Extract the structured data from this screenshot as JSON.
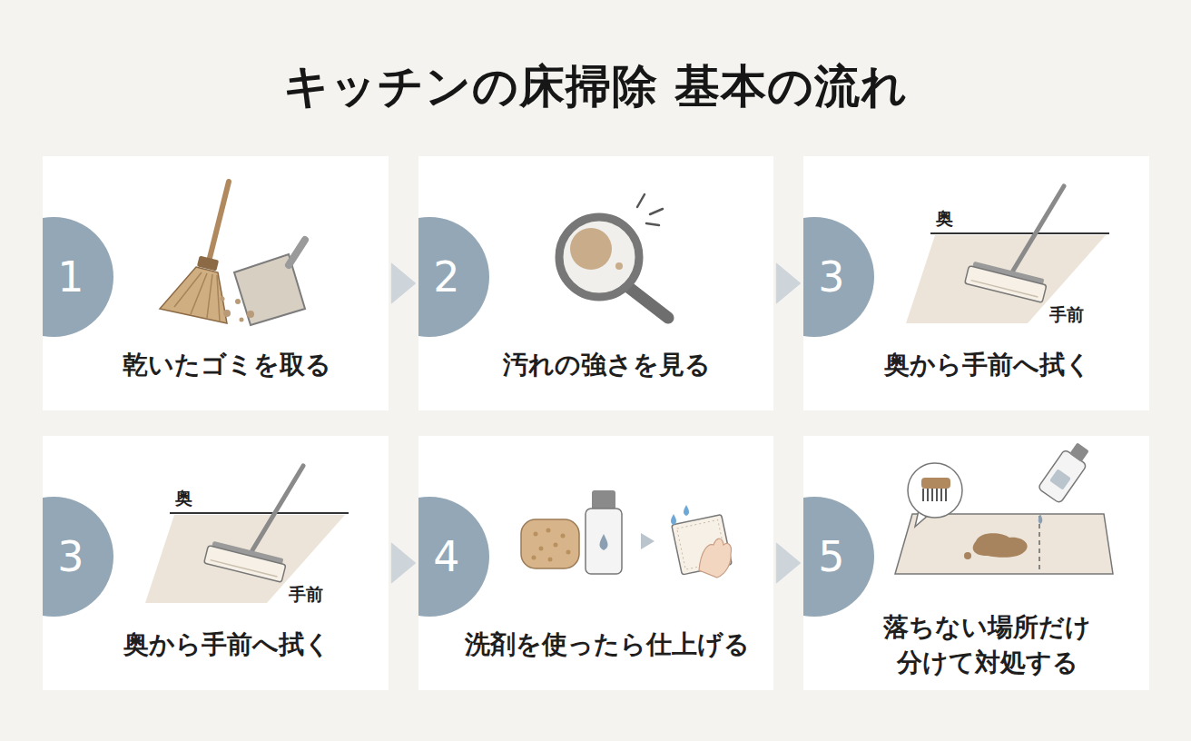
{
  "diagram": {
    "title": "キッチンの床掃除 基本の流れ",
    "nodes": [
      {
        "text": [
          "乾いたゴミを取る"
        ]
      },
      {
        "text": [
          "1"
        ],
        "in": 0
      },
      {
        "text": [
          "汚れの強さを見る"
        ]
      },
      {
        "text": [
          "2"
        ],
        "in": 2
      },
      {
        "text": [
          "奥から手前へ拭く"
        ]
      },
      {
        "text": [
          "3"
        ],
        "in": 4
      },
      {
        "text": [
          "奥から手前へ拭く"
        ]
      },
      {
        "text": [
          "3"
        ],
        "in": 6
      },
      {
        "text": [
          "洗剤を使ったら仕上げる"
        ]
      },
      {
        "text": [
          "4"
        ],
        "in": 8
      },
      {
        "text": [
          "落ちない場所だけ 分けて対処する"
        ]
      },
      {
        "text": [
          "5"
        ],
        "in": 10
      }
    ],
    "edges": [
      {
        "from": 0,
        "to": 2,
        "arrow": "to"
      },
      {
        "from": 2,
        "to": 4,
        "arrow": "to"
      },
      {
        "from": 6,
        "to": 8,
        "arrow": "to"
      },
      {
        "from": 8,
        "to": 10,
        "arrow": "to"
      }
    ],
    "labels": [
      "奥",
      "手前",
      "奥",
      "手前"
    ]
  }
}
